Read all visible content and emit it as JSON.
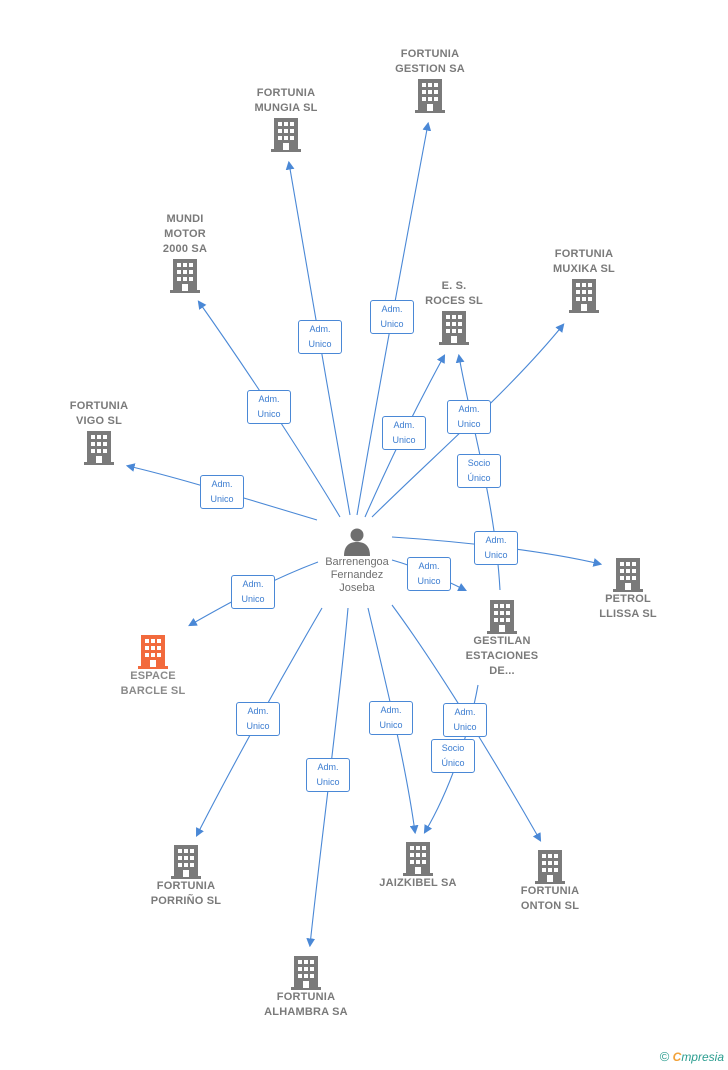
{
  "center": {
    "name": "Barrenengoa\nFernandez\nJoseba",
    "icon": "person-icon"
  },
  "companies": [
    {
      "id": "gestion",
      "name": "FORTUNIA\nGESTION SA",
      "color": "#7a7a7a"
    },
    {
      "id": "mungia",
      "name": "FORTUNIA\nMUNGIA  SL",
      "color": "#7a7a7a"
    },
    {
      "id": "mundi",
      "name": "MUNDI\nMOTOR\n2000 SA",
      "color": "#7a7a7a"
    },
    {
      "id": "muxika",
      "name": "FORTUNIA\nMUXIKA  SL",
      "color": "#7a7a7a"
    },
    {
      "id": "roces",
      "name": "E.  S.\nROCES  SL",
      "color": "#7a7a7a"
    },
    {
      "id": "vigo",
      "name": "FORTUNIA\nVIGO  SL",
      "color": "#7a7a7a"
    },
    {
      "id": "petrol",
      "name": "PETROL\nLLISSA SL",
      "color": "#7a7a7a"
    },
    {
      "id": "espace",
      "name": "ESPACE\nBARCLE  SL",
      "color": "#f26a3d"
    },
    {
      "id": "gestilan",
      "name": "GESTILAN\nESTACIONES\nDE...",
      "color": "#7a7a7a"
    },
    {
      "id": "porrino",
      "name": "FORTUNIA\nPORRIÑO  SL",
      "color": "#7a7a7a"
    },
    {
      "id": "jaizkibel",
      "name": "JAIZKIBEL SA",
      "color": "#7a7a7a"
    },
    {
      "id": "onton",
      "name": "FORTUNIA\nONTON  SL",
      "color": "#7a7a7a"
    },
    {
      "id": "alhambra",
      "name": "FORTUNIA\nALHAMBRA SA",
      "color": "#7a7a7a"
    }
  ],
  "edge_labels": [
    {
      "id": "gestion",
      "text": "Adm.\nUnico"
    },
    {
      "id": "mungia",
      "text": "Adm.\nUnico"
    },
    {
      "id": "mundi",
      "text": "Adm.\nUnico"
    },
    {
      "id": "roces",
      "text": "Adm.\nUnico"
    },
    {
      "id": "muxika",
      "text": "Adm.\nUnico"
    },
    {
      "id": "socio_roces",
      "text": "Socio\nÚnico"
    },
    {
      "id": "vigo",
      "text": "Adm.\nUnico"
    },
    {
      "id": "petrol",
      "text": "Adm.\nUnico"
    },
    {
      "id": "gestilan",
      "text": "Adm.\nUnico"
    },
    {
      "id": "espace",
      "text": "Adm.\nUnico"
    },
    {
      "id": "porrino",
      "text": "Adm.\nUnico"
    },
    {
      "id": "alhambra",
      "text": "Adm.\nUnico"
    },
    {
      "id": "jaizkibel",
      "text": "Adm.\nUnico"
    },
    {
      "id": "onton",
      "text": "Adm.\nUnico"
    },
    {
      "id": "socio_jaiz",
      "text": "Socio\nÚnico"
    }
  ],
  "footer": {
    "copyright": "©",
    "brand_e": "C",
    "brand_rest": "mpresia"
  }
}
